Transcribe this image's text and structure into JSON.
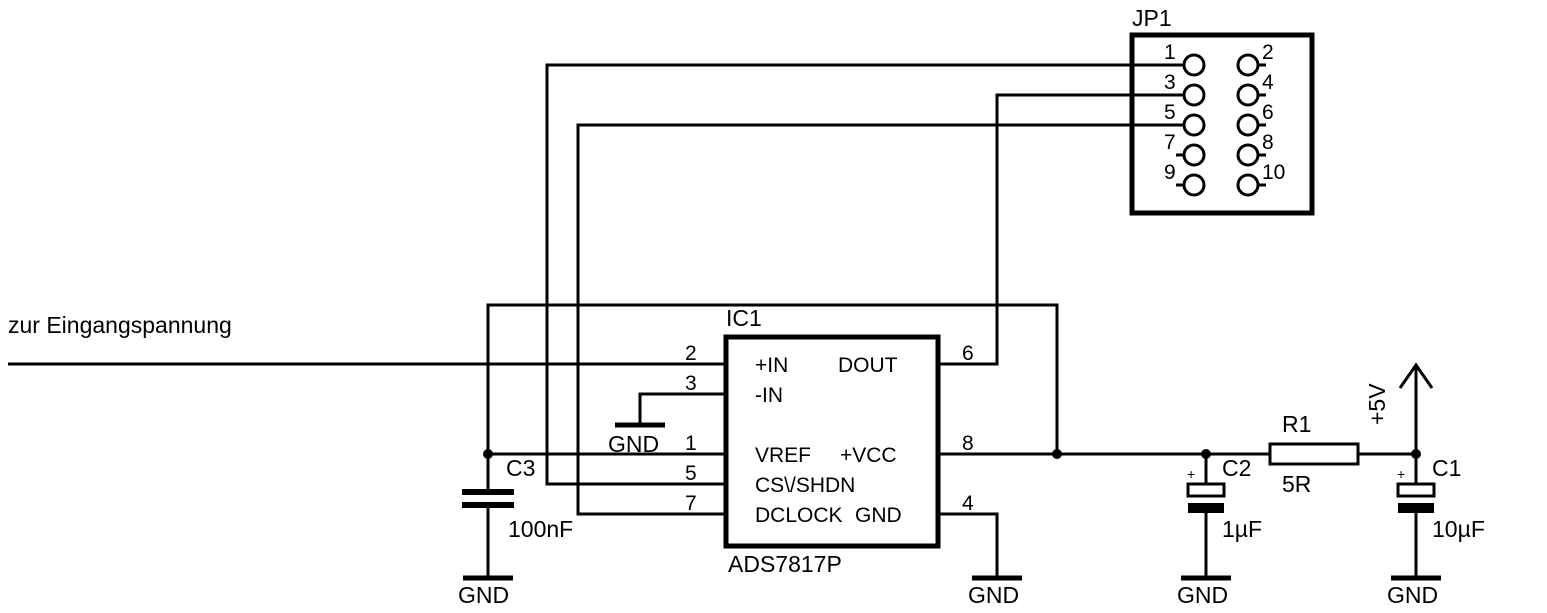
{
  "input_label": "zur Eingangspannung",
  "ic": {
    "name": "IC1",
    "value": "ADS7817P",
    "pins": {
      "in_plus": "+IN",
      "in_minus": "-IN",
      "vref": "VREF",
      "cs_shdn": "CS\\/SHDN",
      "dclock": "DCLOCK",
      "dout": "DOUT",
      "vcc": "+VCC",
      "gnd": "GND"
    },
    "pin_numbers": {
      "p2": "2",
      "p3": "3",
      "p1": "1",
      "p5": "5",
      "p7": "7",
      "p6": "6",
      "p8": "8",
      "p4": "4"
    }
  },
  "jp1": {
    "name": "JP1",
    "pins": [
      "1",
      "2",
      "3",
      "4",
      "5",
      "6",
      "7",
      "8",
      "9",
      "10"
    ]
  },
  "c3": {
    "name": "C3",
    "value": "100nF"
  },
  "c2": {
    "name": "C2",
    "value": "1µF",
    "polarity": "+"
  },
  "c1": {
    "name": "C1",
    "value": "10µF",
    "polarity": "+"
  },
  "r1": {
    "name": "R1",
    "value": "5R"
  },
  "supply": {
    "label": "+5V"
  },
  "gnd_label": "GND"
}
